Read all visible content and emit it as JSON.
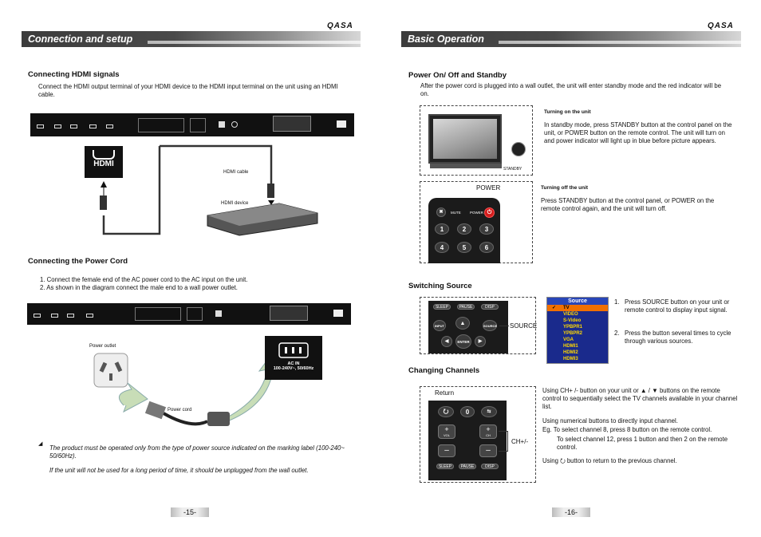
{
  "left_page": {
    "brand": "QASA",
    "section_title": "Connection and setup",
    "hdmi_heading": "Connecting HDMI signals",
    "hdmi_text": "Connect the HDMI output terminal of your HDMI device to the HDMI input terminal on the unit using an HDMI cable.",
    "hdmi_logo": "HDMI",
    "hdmi_cable_label": "HDMI cable",
    "hdmi_device_label": "HDMI device",
    "power_heading": "Connecting the Power Cord",
    "power_steps": [
      "1.  Connect the female end of the AC power cord to the AC input on the unit.",
      "2.  As shown in the diagram connect the male end to a wall power outlet."
    ],
    "power_outlet_label": "Power outlet",
    "power_cord_label": "Power cord",
    "ac_in_label": "AC IN",
    "ac_in_rating": "100-240V~, 50/60Hz",
    "note_1": "The product must be operated only from the type of power source indicated on the marking label (100-240~  50/60Hz).",
    "note_2": "If the unit will not be used for a long period of time, it should be unplugged from the wall outlet.",
    "page_number": "-15-"
  },
  "right_page": {
    "brand": "QASA",
    "section_title": "Basic Operation",
    "power_heading": "Power On/ Off and Standby",
    "power_intro": "After the power cord is plugged into a wall outlet, the unit will enter standby mode and the red indicator will be on.",
    "standby_label": "STANDBY",
    "turn_on_title": "Turning on the unit",
    "turn_on_text": "In standby mode, press STANDBY button at the control panel on the unit, or POWER button on the remote control. The unit will turn on and power indicator will light up in blue before picture appears.",
    "power_label": "POWER",
    "mute_label": "MUTE",
    "power_key_label": "POWER",
    "number_keys": [
      "1",
      "2",
      "3",
      "4",
      "5",
      "6"
    ],
    "turn_off_title": "Turning off the unit",
    "turn_off_text": "Press STANDBY button at the control panel, or POWER on the remote control again, and the unit will turn off.",
    "source_heading": "Switching Source",
    "source_remote_keys": {
      "sleep": "SLEEP",
      "pause": "PAUSE",
      "disp": "DISP",
      "input": "INPUT",
      "source": "SOURCE",
      "enter": "ENTER"
    },
    "source_callout": "SOURCE",
    "source_menu_title": "Source",
    "source_list": [
      "TV",
      "VIDEO",
      "S-Video",
      "YPBPR1",
      "YPBPR2",
      "VGA",
      "HDMI1",
      "HDMI2",
      "HDMI3"
    ],
    "source_selected_mark": "✓",
    "source_step_1": "Press SOURCE button on your unit or remote control to display input signal.",
    "source_step_2": "Press the button several times to cycle through various sources.",
    "channel_heading": "Changing Channels",
    "return_label": "Return",
    "ch_label": "CH+/-",
    "channel_remote_keys": {
      "zero": "0",
      "vol": "VOL",
      "ch": "CH",
      "sleep": "SLEEP",
      "pause": "PAUSE",
      "disp": "DISP"
    },
    "channel_text_1": "Using CH+ /- button on your unit or ▲ / ▼ buttons on the remote control to sequentially select the TV channels available in your channel list.",
    "channel_text_2": "Using numerical buttons to directly input channel.",
    "channel_text_3": "Eg.  To select channel 8, press  8  button on the remote control.",
    "channel_text_4": "To select channel 12, press 1 button and then 2 on the remote control.",
    "channel_text_5": "Using  ⭮  button to return to the previous channel.",
    "page_number": "-16-"
  },
  "colors": {
    "banner": "#3c3c3c",
    "source_menu": "#1a2a8c",
    "source_item": "#ffd800",
    "selected_row": "#f07000",
    "power_key": "#d41c1c"
  }
}
